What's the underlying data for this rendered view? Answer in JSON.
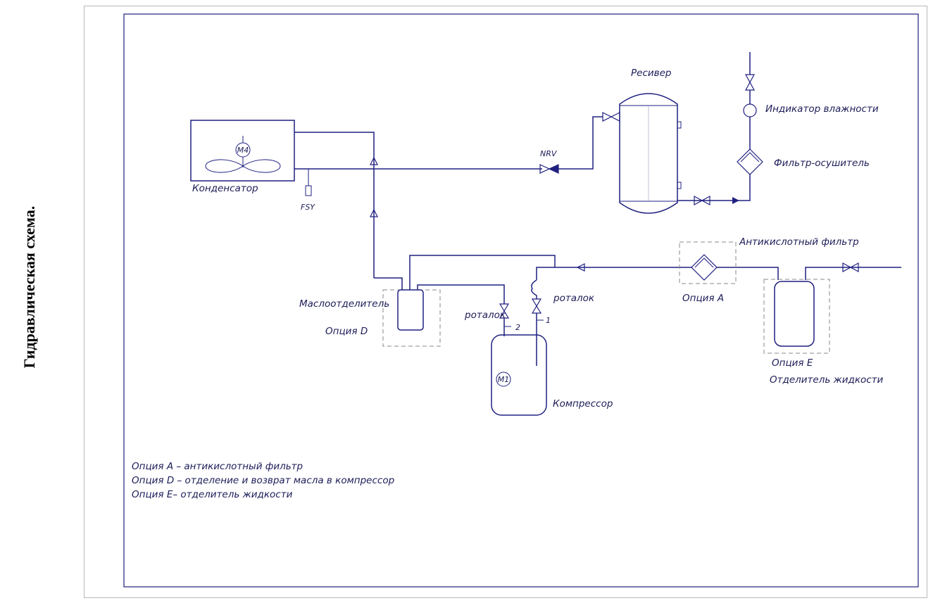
{
  "page_title": "Гидравлическая схема.",
  "components": {
    "receiver": "Ресивер",
    "moisture_indicator": "Индикатор влажности",
    "filter_dryer": "Фильтр-осушитель",
    "condenser": "Конденсатор",
    "condenser_motor": "M4",
    "fsy": "FSY",
    "nrv": "NRV",
    "acid_filter": "Антикислотный фильтр",
    "option_a": "Опция A",
    "oil_separator": "Маслоотделитель",
    "option_d": "Опция D",
    "rotalock_left": "роталок",
    "rotalock_right": "роталок",
    "port_2": "2",
    "port_1": "1",
    "compressor": "Компрессор",
    "compressor_motor": "M1",
    "option_e": "Опция E",
    "liquid_separator": "Отделитель жидкости"
  },
  "legend": [
    "Опция A – антикислотный фильтр",
    "Опция D – отделение и возврат масла в компрессор",
    "Опция E– отделитель жидкости"
  ],
  "colors": {
    "line": "#1f2080",
    "text": "#1c1c58",
    "dashed": "#888888"
  }
}
